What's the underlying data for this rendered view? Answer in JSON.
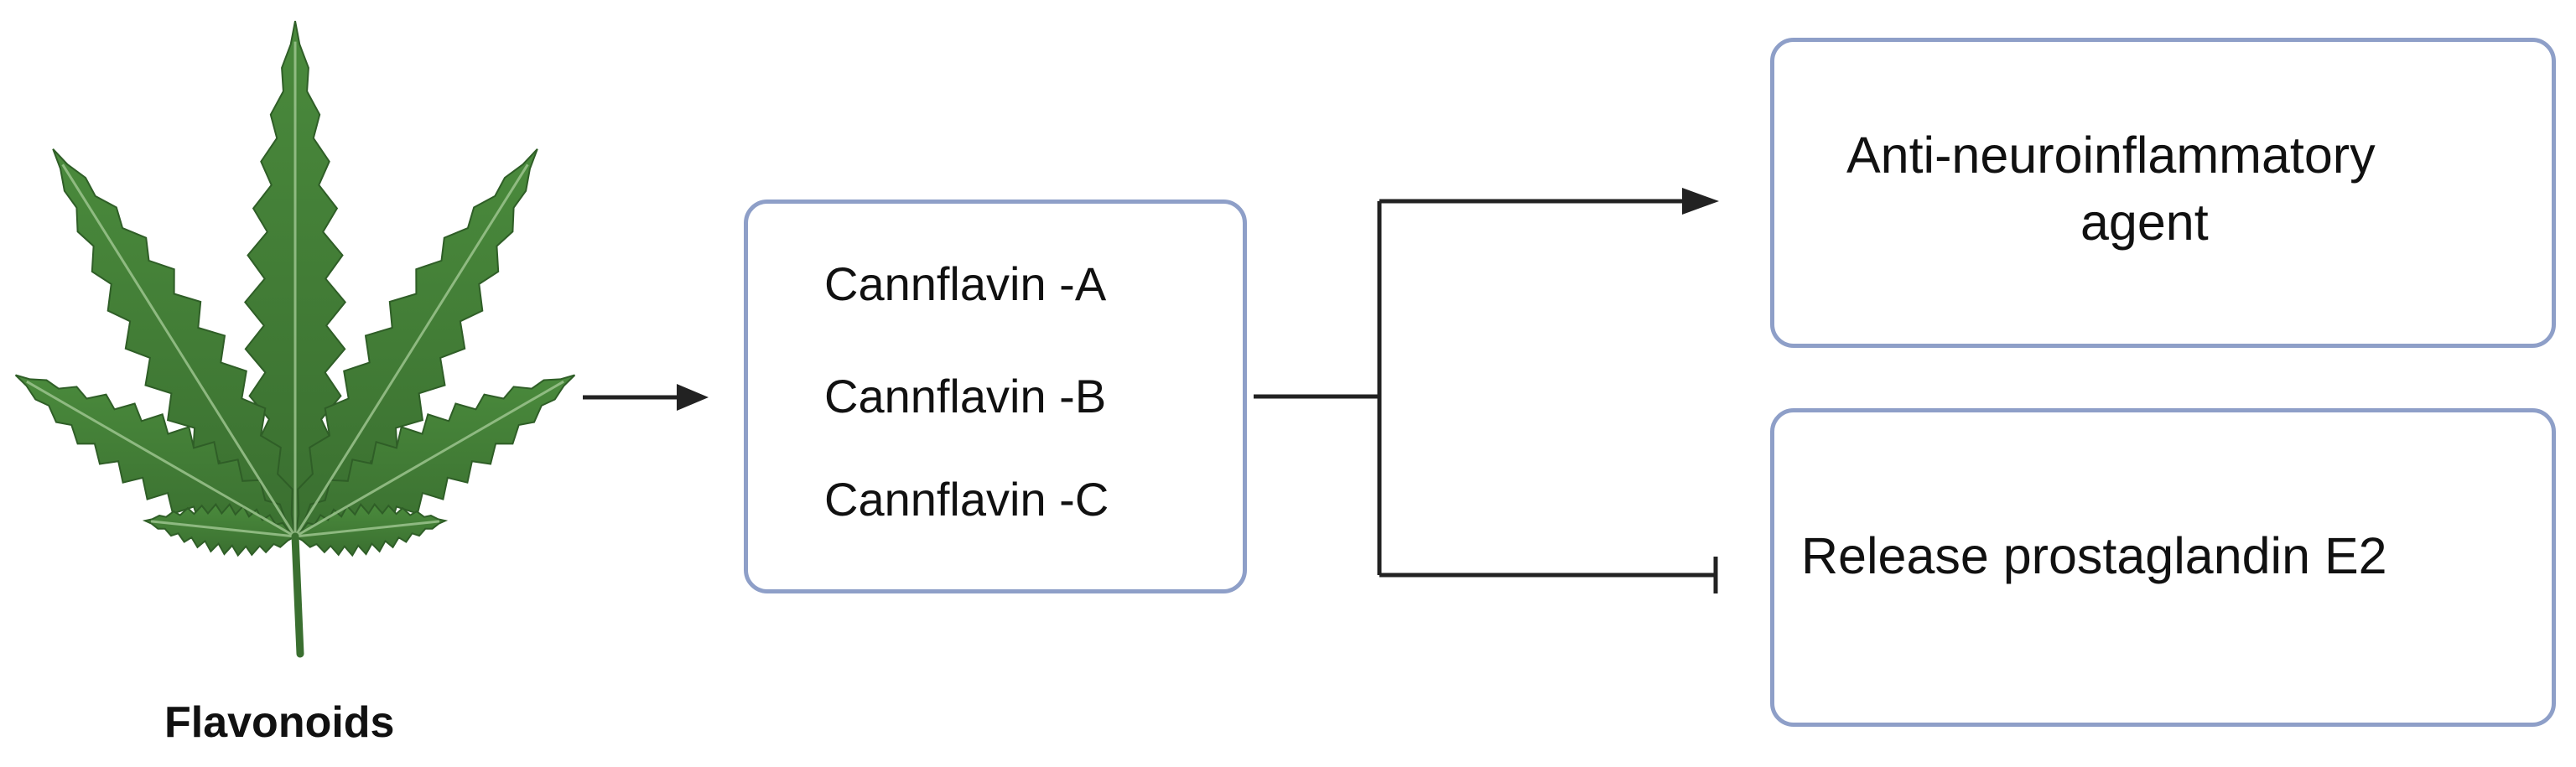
{
  "source": {
    "label": "Flavonoids",
    "icon": "cannabis-leaf-icon"
  },
  "compounds": [
    "Cannflavin -A",
    "Cannflavin -B",
    "Cannflavin -C"
  ],
  "outcomes": [
    {
      "lines": [
        "Anti-neuroinflammatory",
        "agent"
      ],
      "relation": "activates"
    },
    {
      "lines": [
        "Release prostaglandin E2"
      ],
      "relation": "inhibits"
    }
  ],
  "colors": {
    "box_border": "#8e9fc8",
    "leaf": "#3f7a34",
    "arrow": "#222222"
  }
}
